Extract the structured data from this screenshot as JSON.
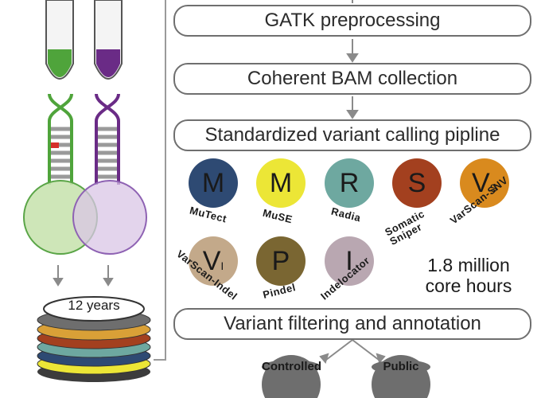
{
  "steps": [
    "GATK preprocessing",
    "Coherent BAM collection",
    "Standardized variant calling pipline",
    "Variant filtering and annotation"
  ],
  "callers": [
    {
      "letter": "M",
      "sub": "",
      "name": "MuTect",
      "color": "#2e4a73"
    },
    {
      "letter": "M",
      "sub": "",
      "name": "MuSE",
      "color": "#ece636"
    },
    {
      "letter": "R",
      "sub": "",
      "name": "Radia",
      "color": "#6ea8a0"
    },
    {
      "letter": "S",
      "sub": "",
      "name": "Somatic Sniper",
      "color": "#a3401f"
    },
    {
      "letter": "V",
      "sub": "S",
      "name": "VarScan-SNV",
      "color": "#d98a1e"
    },
    {
      "letter": "V",
      "sub": "I",
      "name": "VarScan-Indel",
      "color": "#c3a98a"
    },
    {
      "letter": "P",
      "sub": "",
      "name": "Pindel",
      "color": "#7a6632"
    },
    {
      "letter": "I",
      "sub": "",
      "name": "Indelocator",
      "color": "#b9a7b1"
    }
  ],
  "compute": {
    "line1": "1.8 million",
    "line2": "core hours"
  },
  "archive": {
    "label": "12 years",
    "disc_colors": [
      "#6e6e6e",
      "#d9a037",
      "#a3401f",
      "#6ea8a0",
      "#2e4a73",
      "#ece636",
      "#3c3c3c"
    ]
  },
  "outputs": [
    "Controlled",
    "Public"
  ],
  "samples": {
    "tube_colors": [
      "#4fa43b",
      "#6a2b86"
    ],
    "circle_colors": [
      "#c9e3b0",
      "#d9c5e6"
    ],
    "ring_colors": [
      "#5aa547",
      "#8e62b3"
    ]
  }
}
